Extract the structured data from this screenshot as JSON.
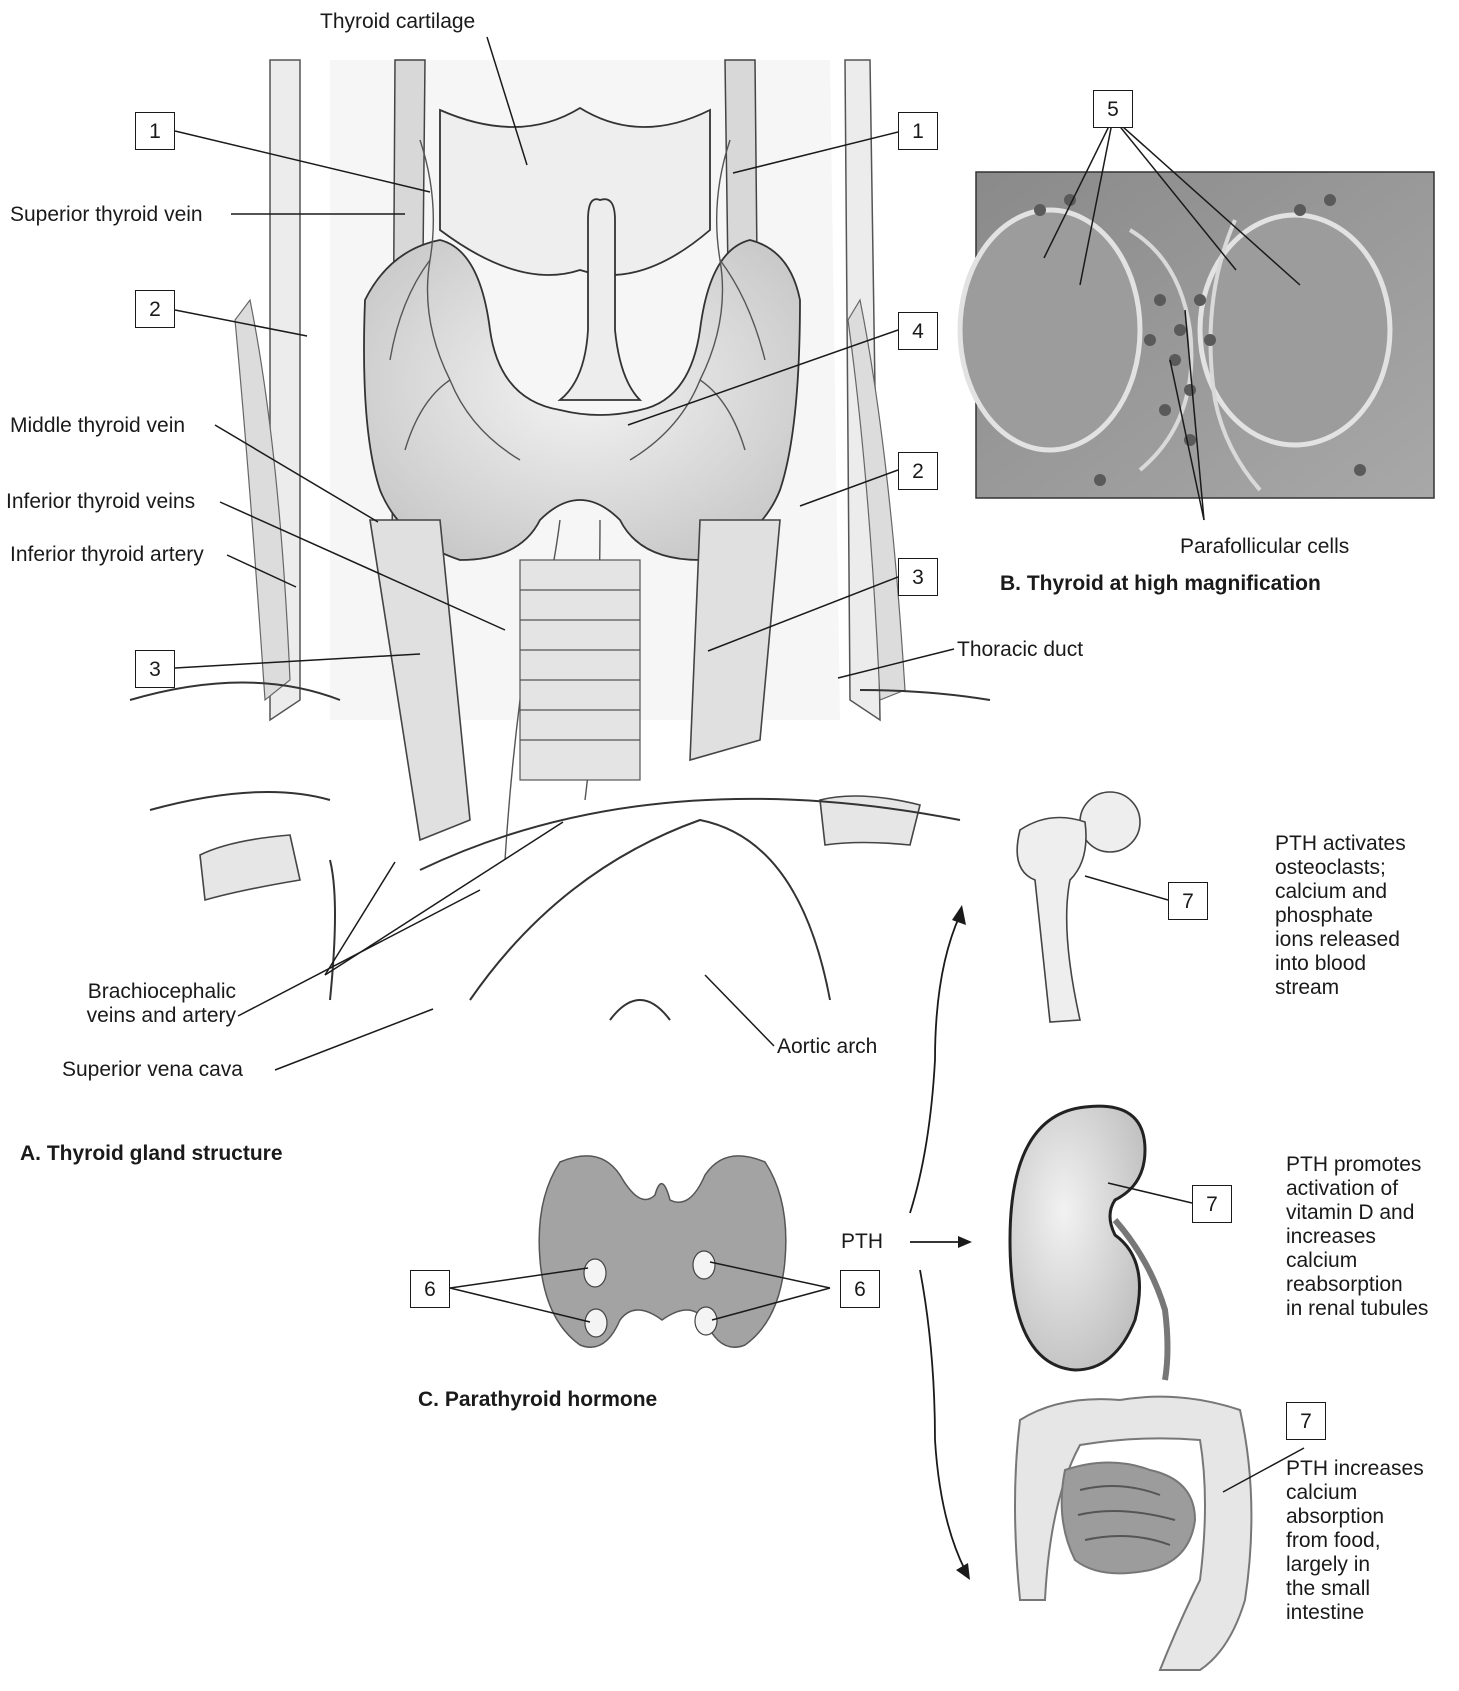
{
  "panels": {
    "a_caption": "A. Thyroid gland structure",
    "b_caption": "B. Thyroid at high magnification",
    "c_caption": "C. Parathyroid hormone"
  },
  "labels": {
    "thyroid_cartilage": "Thyroid cartilage",
    "superior_thyroid_vein": "Superior thyroid vein",
    "middle_thyroid_vein": "Middle thyroid vein",
    "inferior_thyroid_veins": "Inferior thyroid veins",
    "inferior_thyroid_artery": "Inferior thyroid artery",
    "thoracic_duct": "Thoracic duct",
    "brachiocephalic": "Brachiocephalic\nveins and artery",
    "superior_vena_cava": "Superior vena cava",
    "aortic_arch": "Aortic arch",
    "parafollicular_cells": "Parafollicular cells",
    "pth": "PTH"
  },
  "numbers": {
    "n1": "1",
    "n2": "2",
    "n3": "3",
    "n4": "4",
    "n5": "5",
    "n6": "6",
    "n7": "7"
  },
  "effects": {
    "bone": "PTH activates\nosteoclasts;\ncalcium and\nphosphate\nions released\ninto blood\nstream",
    "kidney": "PTH promotes\nactivation of\nvitamin D and\nincreases\ncalcium\nreabsorption\nin renal tubules",
    "intestine": "PTH increases\ncalcium\nabsorption\nfrom food,\nlargely in\nthe small\nintestine"
  },
  "colors": {
    "line": "#1a1a1a",
    "tissue_light": "#e9e9e9",
    "tissue_mid": "#cfcfcf",
    "tissue_dark": "#8c8c8c",
    "histology_bg": "#9a9a9a"
  }
}
